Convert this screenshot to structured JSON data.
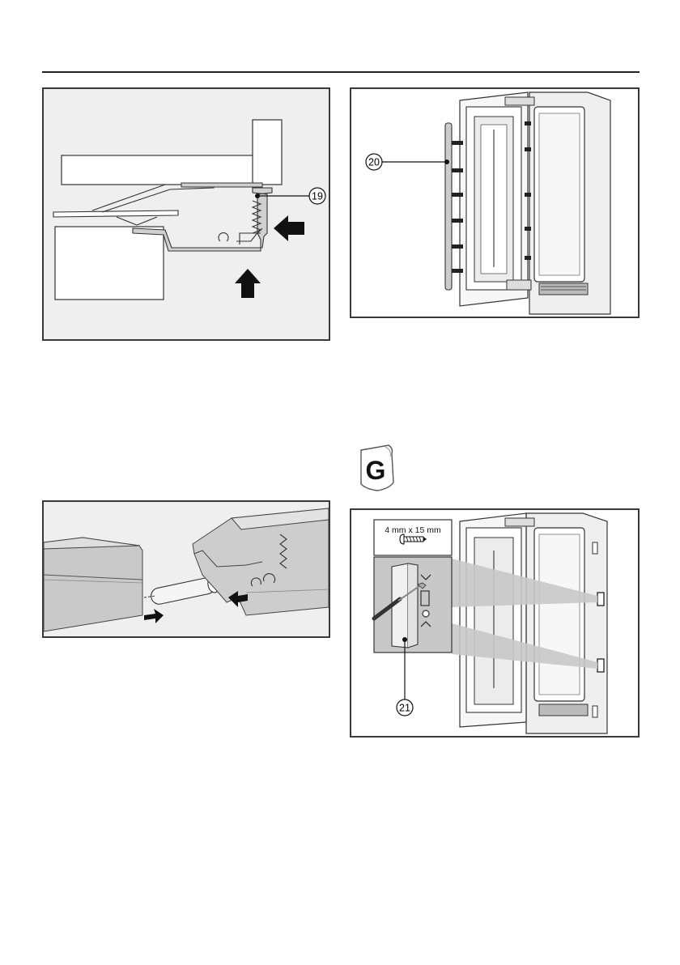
{
  "callouts": {
    "c19": "19",
    "c20": "20",
    "c21": "21"
  },
  "screw_label": "4 mm x 15 mm",
  "kit_letter": "G",
  "colors": {
    "frame": "#3a3a3a",
    "figure_bg": "#efefef",
    "arrow": "#111111",
    "highlight": "#c8c8c8"
  }
}
